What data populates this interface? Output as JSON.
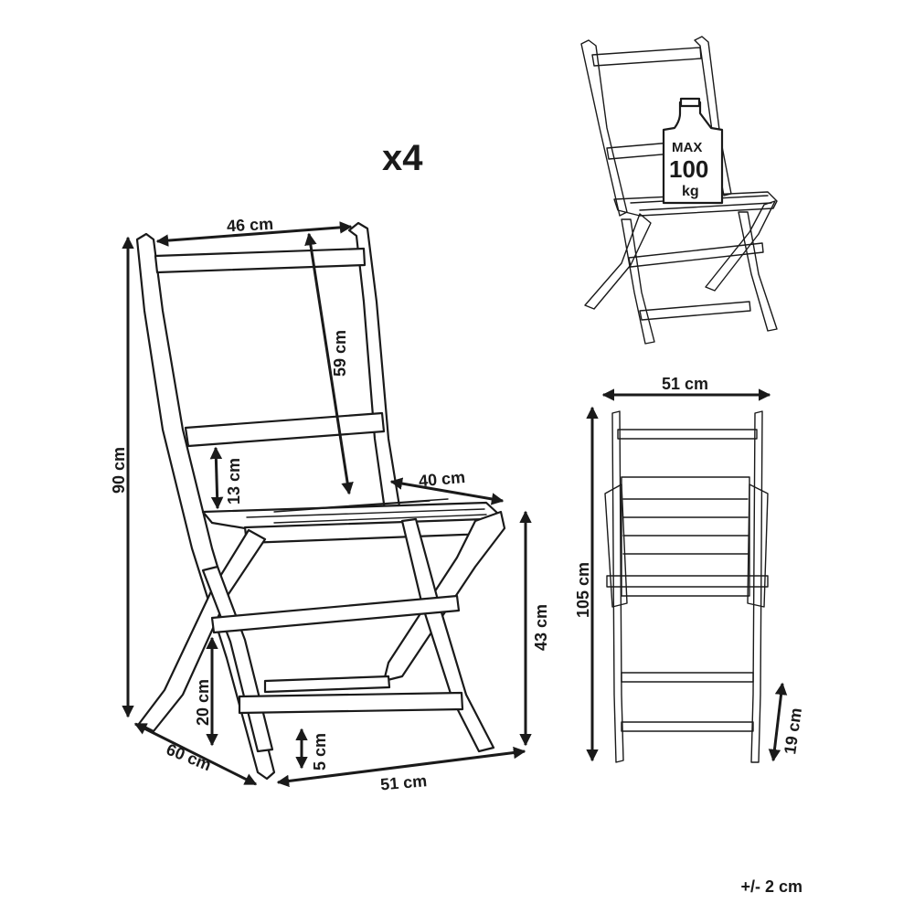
{
  "quantity_label": "x4",
  "weight": {
    "max": "MAX",
    "value": "100",
    "unit": "kg"
  },
  "front_view": {
    "back_width": "46 cm",
    "back_height": "59 cm",
    "seat_to_back": "13 cm",
    "seat_depth": "40 cm",
    "total_height": "90 cm",
    "seat_height": "43 cm",
    "stretcher_height": "20 cm",
    "foot_clearance": "5 cm",
    "depth": "60 cm",
    "width": "51 cm"
  },
  "folded_view": {
    "width": "51 cm",
    "height": "105 cm",
    "thickness": "19 cm"
  },
  "tolerance": "+/- 2 cm"
}
